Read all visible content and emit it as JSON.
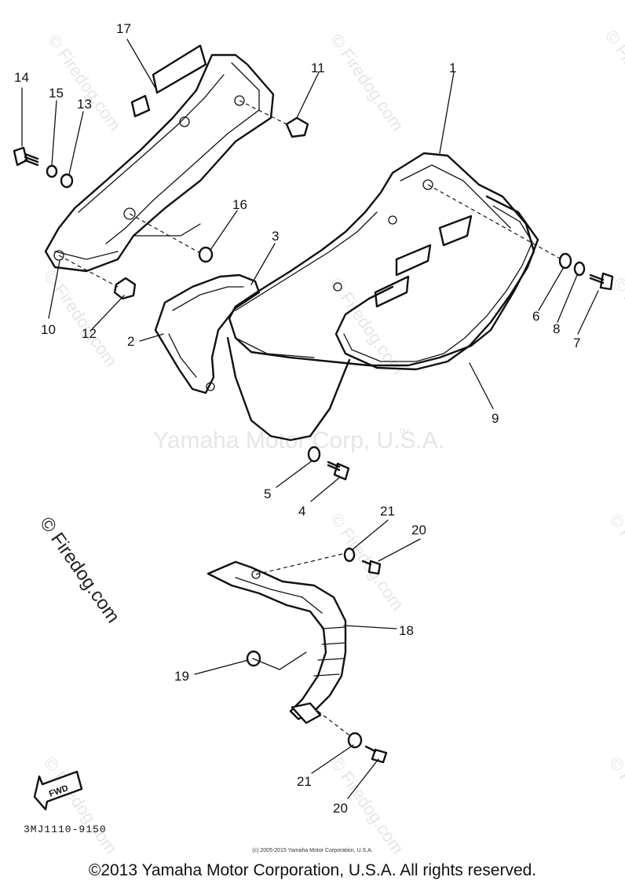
{
  "watermarks": {
    "firedog": "© Firedog.com",
    "yamaha": "Yamaha Motor Corp, U.S.A.",
    "tm": "TM"
  },
  "callouts": [
    "1",
    "2",
    "3",
    "4",
    "5",
    "6",
    "7",
    "8",
    "9",
    "10",
    "11",
    "12",
    "13",
    "14",
    "15",
    "16",
    "17",
    "18",
    "19",
    "20",
    "21"
  ],
  "fwd_label": "FWD",
  "diagram_code": "3MJ1110-9150",
  "small_copyright": "(c) 2005-2015 Yamaha Motor Corporation, U.S.A.",
  "copyright": "©2013 Yamaha Motor Corporation, U.S.A. All rights reserved."
}
